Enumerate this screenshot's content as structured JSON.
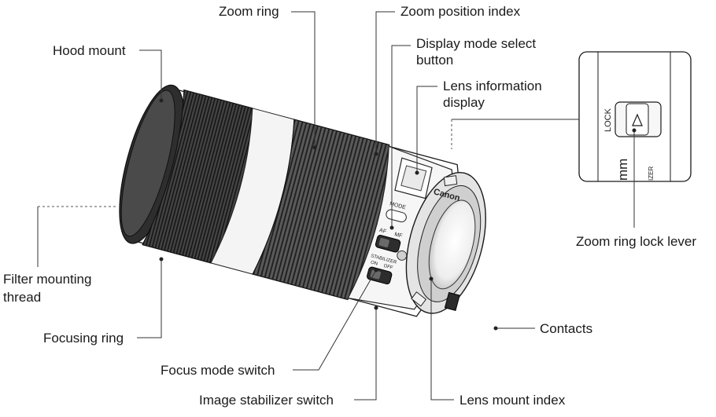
{
  "labels": {
    "zoom_ring": "Zoom ring",
    "zoom_position_index": "Zoom position index",
    "hood_mount": "Hood mount",
    "display_mode_button_line1": "Display mode select",
    "display_mode_button_line2": "button",
    "lens_info_display_line1": "Lens information",
    "lens_info_display_line2": "display",
    "zoom_lock_lever": "Zoom ring lock lever",
    "filter_thread_line1": "Filter mounting",
    "filter_thread_line2": "thread",
    "focusing_ring": "Focusing ring",
    "contacts": "Contacts",
    "focus_mode_switch": "Focus mode switch",
    "lens_mount_index": "Lens mount index",
    "image_stabilizer_switch": "Image stabilizer switch"
  },
  "lens_markings": {
    "brand": "Canon",
    "mode": "MODE",
    "af": "AF",
    "mf": "MF",
    "stabilizer": "STABILIZER",
    "on": "ON",
    "off": "OFF",
    "lock": "LOCK",
    "inset_mm": "mm",
    "inset_fragment": "IZER"
  },
  "colors": {
    "ring_texture": "#3a3a3a",
    "barrel_light": "#f2f2f2",
    "mount_metal": "#e6e6e6"
  }
}
